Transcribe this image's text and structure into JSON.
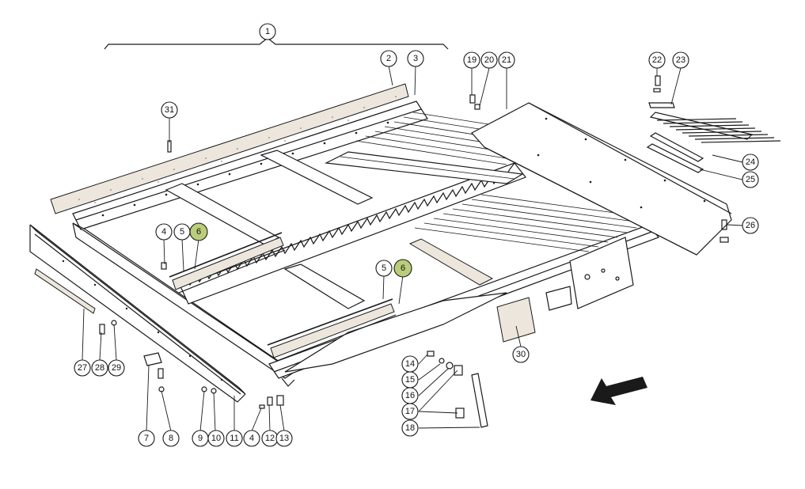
{
  "diagram": {
    "highlight_color": "#b9cd7a",
    "callouts": [
      {
        "id": "c1",
        "label": "1",
        "highlight": false
      },
      {
        "id": "c2",
        "label": "2",
        "highlight": false
      },
      {
        "id": "c3",
        "label": "3",
        "highlight": false
      },
      {
        "id": "c4a",
        "label": "4",
        "highlight": false
      },
      {
        "id": "c4b",
        "label": "4",
        "highlight": false
      },
      {
        "id": "c5a",
        "label": "5",
        "highlight": false
      },
      {
        "id": "c5b",
        "label": "5",
        "highlight": false
      },
      {
        "id": "c6a",
        "label": "6",
        "highlight": true
      },
      {
        "id": "c6b",
        "label": "6",
        "highlight": true
      },
      {
        "id": "c7",
        "label": "7",
        "highlight": false
      },
      {
        "id": "c8",
        "label": "8",
        "highlight": false
      },
      {
        "id": "c9",
        "label": "9",
        "highlight": false
      },
      {
        "id": "c10",
        "label": "10",
        "highlight": false
      },
      {
        "id": "c11",
        "label": "11",
        "highlight": false
      },
      {
        "id": "c12",
        "label": "12",
        "highlight": false
      },
      {
        "id": "c13",
        "label": "13",
        "highlight": false
      },
      {
        "id": "c14",
        "label": "14",
        "highlight": false
      },
      {
        "id": "c15",
        "label": "15",
        "highlight": false
      },
      {
        "id": "c16",
        "label": "16",
        "highlight": false
      },
      {
        "id": "c17",
        "label": "17",
        "highlight": false
      },
      {
        "id": "c18",
        "label": "18",
        "highlight": false
      },
      {
        "id": "c19",
        "label": "19",
        "highlight": false
      },
      {
        "id": "c20",
        "label": "20",
        "highlight": false
      },
      {
        "id": "c21",
        "label": "21",
        "highlight": false
      },
      {
        "id": "c22",
        "label": "22",
        "highlight": false
      },
      {
        "id": "c23",
        "label": "23",
        "highlight": false
      },
      {
        "id": "c24",
        "label": "24",
        "highlight": false
      },
      {
        "id": "c25",
        "label": "25",
        "highlight": false
      },
      {
        "id": "c26",
        "label": "26",
        "highlight": false
      },
      {
        "id": "c27",
        "label": "27",
        "highlight": false
      },
      {
        "id": "c28",
        "label": "28",
        "highlight": false
      },
      {
        "id": "c29",
        "label": "29",
        "highlight": false
      },
      {
        "id": "c30",
        "label": "30",
        "highlight": false
      },
      {
        "id": "c31",
        "label": "31",
        "highlight": false
      }
    ],
    "direction_arrow_icon": "arrow-down-left-icon"
  }
}
